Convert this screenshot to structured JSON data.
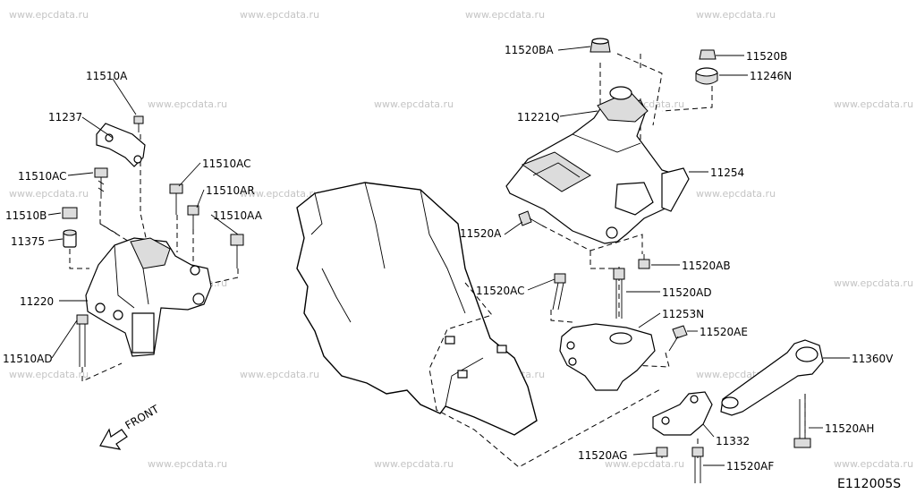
{
  "watermark": "www.epcdata.ru",
  "diagram_code": "E112005S",
  "direction_label": "FRONT",
  "labels": {
    "l11510A": "11510A",
    "l11237": "11237",
    "l11510AC_left": "11510AC",
    "l11510B": "11510B",
    "l11375": "11375",
    "l11220": "11220",
    "l11510AD": "11510AD",
    "l11510AC_mid": "11510AC",
    "l11510AR": "11510AR",
    "l11510AA": "11510AA",
    "l11520BA": "11520BA",
    "l11520B": "11520B",
    "l11246N": "11246N",
    "l11221Q": "11221Q",
    "l11254": "11254",
    "l11520A": "11520A",
    "l11520AB": "11520AB",
    "l11520AC": "11520AC",
    "l11520AD": "11520AD",
    "l11253N": "11253N",
    "l11520AE": "11520AE",
    "l11360V": "11360V",
    "l11520AH": "11520AH",
    "l11332": "11332",
    "l11520AG": "11520AG",
    "l11520AF": "11520AF"
  }
}
